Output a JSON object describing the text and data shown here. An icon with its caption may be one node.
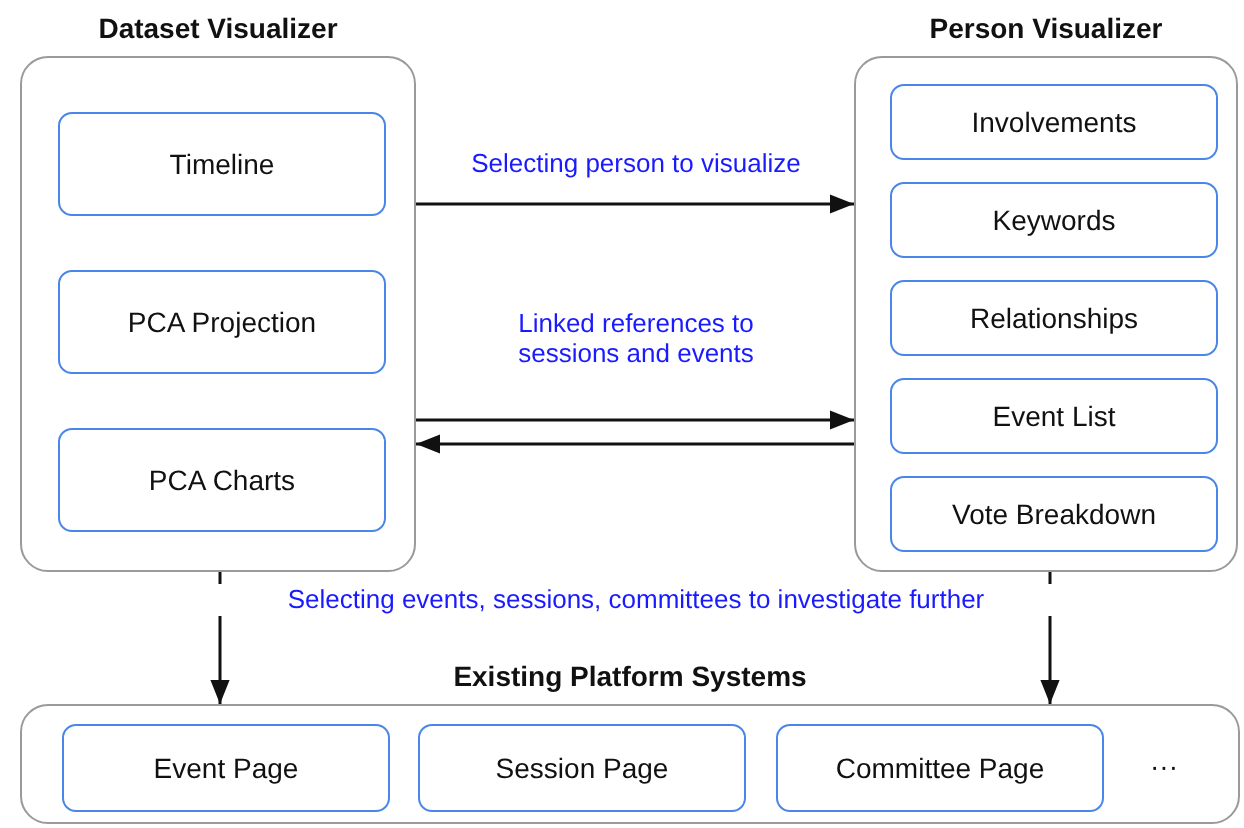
{
  "diagram": {
    "nodes": [
      {
        "text": [
          "Dataset Visualizer"
        ]
      },
      {
        "text": [
          "Timeline"
        ],
        "in": 0
      },
      {
        "text": [
          "PCA Projection"
        ],
        "in": 0
      },
      {
        "text": [
          "PCA Charts"
        ],
        "in": 0
      },
      {
        "text": [
          "Person Visualizer"
        ]
      },
      {
        "text": [
          "Involvements"
        ],
        "in": 4
      },
      {
        "text": [
          "Keywords"
        ],
        "in": 4
      },
      {
        "text": [
          "Relationships"
        ],
        "in": 4
      },
      {
        "text": [
          "Event List"
        ],
        "in": 4
      },
      {
        "text": [
          "Vote Breakdown"
        ],
        "in": 4
      },
      {
        "text": [
          "Existing Platform Systems"
        ]
      },
      {
        "text": [
          "Event Page"
        ],
        "in": 10
      },
      {
        "text": [
          "Session Page"
        ],
        "in": 10
      },
      {
        "text": [
          "Committee Page"
        ],
        "in": 10
      }
    ],
    "edges": [
      {
        "from": 0,
        "to": 4,
        "arrow": "to",
        "label": "Selecting person to visualize"
      },
      {
        "from": 0,
        "to": 4,
        "arrow": "to",
        "label": "Linked references to sessions and events"
      },
      {
        "from": 4,
        "to": 0,
        "arrow": "to"
      },
      {
        "from": 0,
        "to": 10,
        "arrow": "to"
      },
      {
        "from": 4,
        "to": 10,
        "arrow": "to"
      }
    ],
    "labels": [
      "Selecting events, sessions, committees to investigate further",
      "···"
    ]
  }
}
